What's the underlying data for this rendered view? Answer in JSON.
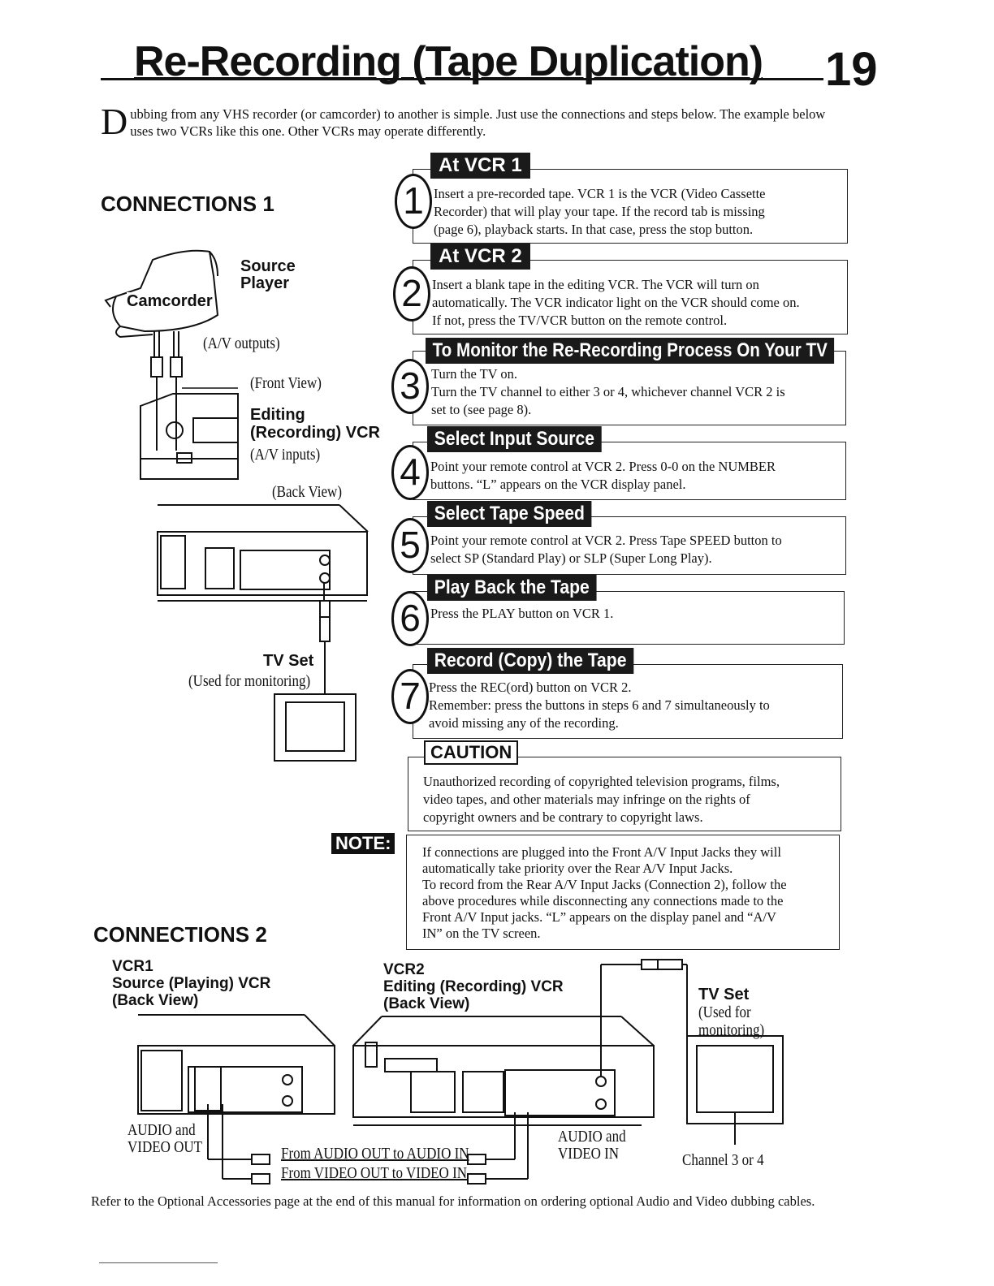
{
  "header": {
    "title": "Re-Recording (Tape Duplication)",
    "page_number": "19"
  },
  "intro": {
    "dropcap": "D",
    "text": "ubbing from any VHS recorder (or camcorder) to another is simple. Just use the connections and steps below. The example below uses two VCRs like this one. Other VCRs may operate differently."
  },
  "connections1": {
    "heading": "CONNECTIONS 1",
    "camcorder": "Camcorder",
    "source_player": [
      "Source",
      "Player"
    ],
    "av_outputs": "(A/V outputs)",
    "front_view": "(Front View)",
    "editing_vcr": [
      "Editing",
      "(Recording) VCR"
    ],
    "av_inputs": "(A/V inputs)",
    "back_view": "(Back View)",
    "tv_set": "TV Set",
    "used_for": "(Used for monitoring)"
  },
  "steps": [
    {
      "num": "1",
      "tab": "At VCR 1",
      "lines": [
        "Insert a pre-recorded tape. VCR 1 is the VCR (Video Cassette",
        "Recorder) that will play your tape. If the record tab is missing",
        "(page 6), playback starts. In that case, press the stop button."
      ]
    },
    {
      "num": "2",
      "tab": "At VCR 2",
      "lines": [
        "Insert a blank tape in the editing VCR. The VCR will turn on",
        "automatically. The VCR indicator light on the VCR should come on.",
        "If not, press the TV/VCR button on the remote control."
      ]
    },
    {
      "num": "3",
      "tab": "To Monitor the Re-Recording Process On Your TV",
      "lines": [
        "Turn the TV on.",
        "Turn the TV channel to either 3 or 4, whichever channel VCR 2 is",
        "set to (see page 8)."
      ]
    },
    {
      "num": "4",
      "tab": "Select Input Source",
      "lines": [
        "Point your remote control at VCR 2. Press 0-0 on the NUMBER",
        "buttons. “L” appears on the VCR display panel."
      ]
    },
    {
      "num": "5",
      "tab": "Select Tape Speed",
      "lines": [
        "Point your remote control at VCR 2. Press Tape SPEED button to",
        "select SP (Standard Play) or SLP (Super Long Play)."
      ]
    },
    {
      "num": "6",
      "tab": "Play Back the Tape",
      "lines": [
        "Press the PLAY button on VCR 1."
      ]
    },
    {
      "num": "7",
      "tab": "Record (Copy) the Tape",
      "lines": [
        "Press the REC(ord) button on VCR 2.",
        "Remember: press the buttons in steps 6 and 7 simultaneously to",
        "avoid missing any of the recording."
      ]
    }
  ],
  "caution": {
    "label": "CAUTION",
    "lines": [
      "Unauthorized recording of copyrighted television programs, films,",
      "video tapes, and other materials may infringe on the rights of",
      "copyright owners and be contrary to copyright laws."
    ]
  },
  "note": {
    "label": "NOTE:",
    "lines": [
      "If connections are plugged into the Front A/V Input Jacks they will",
      "automatically take priority over the Rear A/V Input Jacks.",
      "To record from the Rear A/V Input Jacks (Connection 2), follow the",
      "above procedures while disconnecting any connections made to the",
      "Front A/V Input jacks. “L” appears on the display panel and “A/V",
      "IN” on the TV screen."
    ]
  },
  "connections2": {
    "heading": "CONNECTIONS 2",
    "vcr1": [
      "VCR1",
      "Source (Playing) VCR",
      "(Back View)"
    ],
    "vcr2": [
      "VCR2",
      "Editing (Recording) VCR",
      "(Back View)"
    ],
    "tv_set": "TV Set",
    "used_for": [
      "(Used for",
      "monitoring)"
    ],
    "audio_video_out": [
      "AUDIO and",
      "VIDEO OUT"
    ],
    "audio_video_in": [
      "AUDIO and",
      "VIDEO IN"
    ],
    "cable_audio": "From AUDIO OUT to AUDIO IN",
    "cable_video": "From VIDEO OUT to VIDEO IN",
    "channel": "Channel 3 or 4"
  },
  "footer": "Refer to the Optional Accessories page at the end of this manual for information on ordering optional Audio and Video dubbing cables."
}
